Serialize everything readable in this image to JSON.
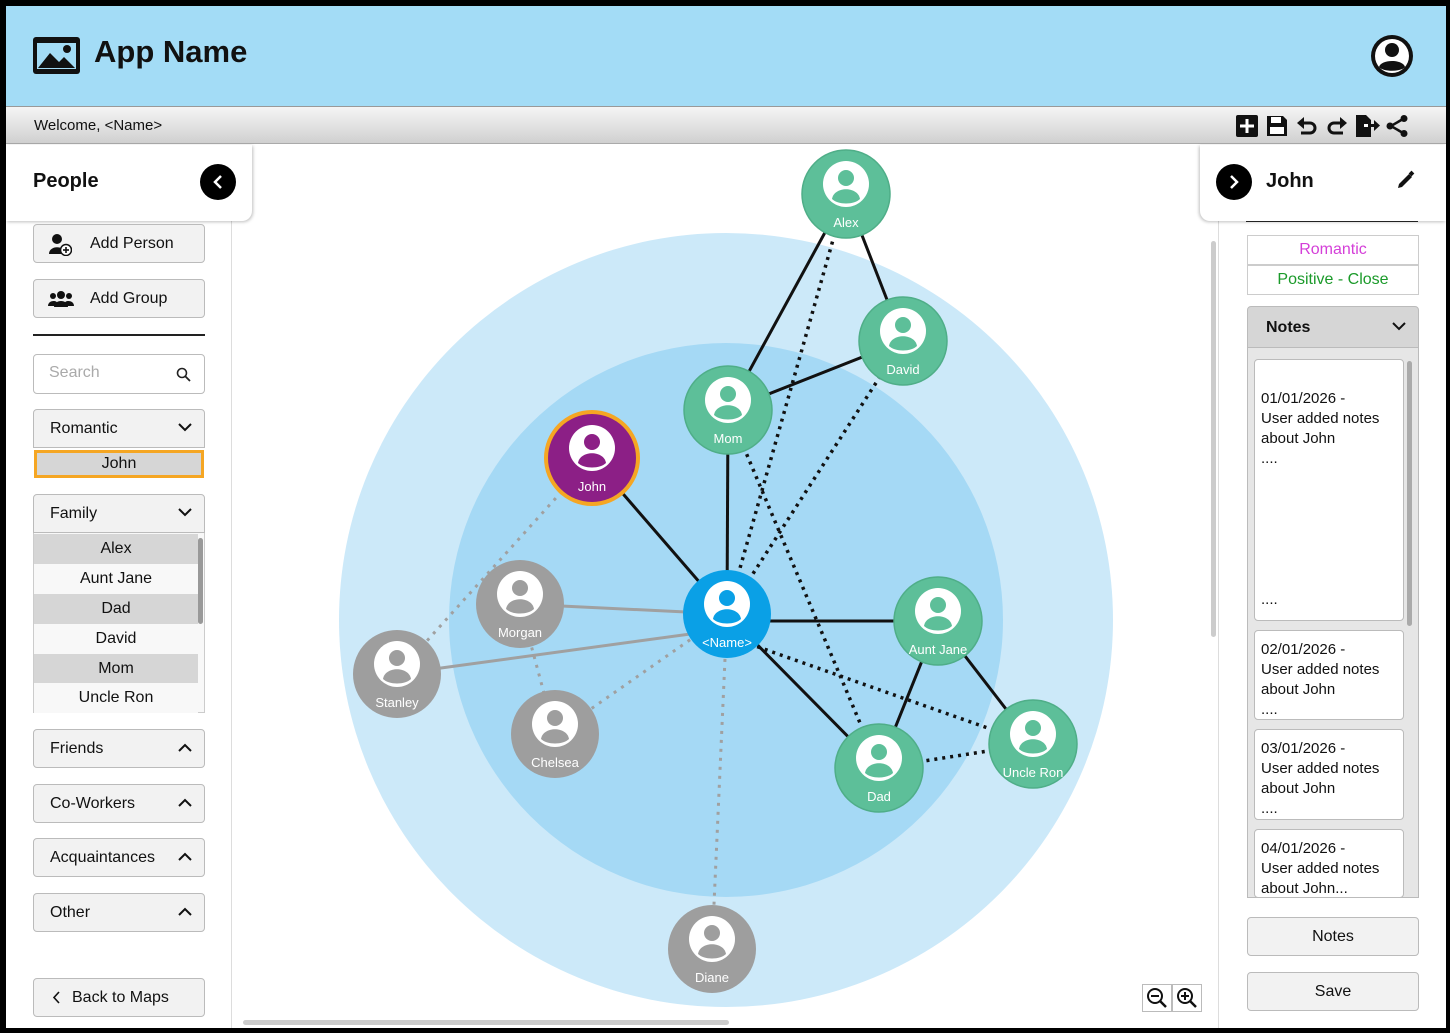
{
  "app": {
    "title": "App Name",
    "welcome": "Welcome, <Name>"
  },
  "toolbar": [
    "add-icon",
    "save-icon",
    "undo-icon",
    "redo-icon",
    "export-icon",
    "share-icon"
  ],
  "left": {
    "title": "People",
    "add_person": "Add Person",
    "add_group": "Add Group",
    "search_placeholder": "Search",
    "back": "Back to Maps",
    "groups": {
      "romantic": {
        "label": "Romantic",
        "members": [
          "John"
        ]
      },
      "family": {
        "label": "Family",
        "members": [
          "Alex",
          "Aunt Jane",
          "Dad",
          "David",
          "Mom",
          "Uncle Ron"
        ]
      },
      "friends": {
        "label": "Friends"
      },
      "coworkers": {
        "label": "Co-Workers"
      },
      "acquaintances": {
        "label": "Acquaintances"
      },
      "other": {
        "label": "Other"
      }
    }
  },
  "graph": {
    "nodes": {
      "center": "<Name>",
      "alex": "Alex",
      "david": "David",
      "mom": "Mom",
      "john": "John",
      "morgan": "Morgan",
      "stanley": "Stanley",
      "chelsea": "Chelsea",
      "aunt_jane": "Aunt Jane",
      "dad": "Dad",
      "uncle_ron": "Uncle Ron",
      "diane": "Diane"
    },
    "colors": {
      "outer_ring": "#cce9f9",
      "inner_ring": "#a5d9f5",
      "family": "#5dbf99",
      "center": "#0aa0e6",
      "romantic": "#8c1f86",
      "highlight": "#f5a623",
      "other": "#9e9e9e"
    }
  },
  "right": {
    "name": "John",
    "relationship": "Romantic",
    "sentiment": "Positive - Close",
    "relationship_color": "#d43fd8",
    "sentiment_color": "#1b9a2a",
    "notes_title": "Notes",
    "notes": [
      "01/01/2026 -\nUser added notes about John\n....",
      "02/01/2026 -\nUser added notes about John\n....",
      "03/01/2026 -\nUser added notes about John\n....",
      "04/01/2026 -\nUser added notes about John..."
    ],
    "notes_tail": "....",
    "notes_btn": "Notes",
    "save_btn": "Save"
  }
}
